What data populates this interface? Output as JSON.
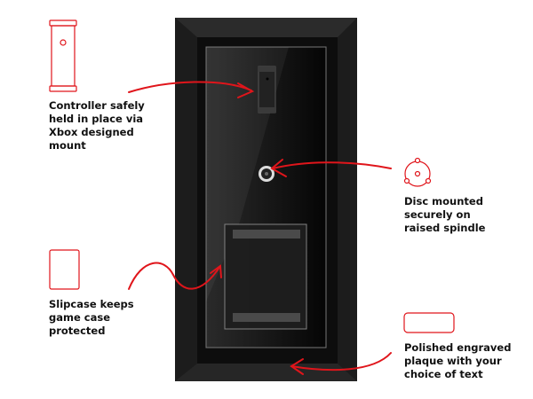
{
  "callouts": {
    "controller": "Controller safely\nheld in place via\nXbox designed\nmount",
    "disc": "Disc mounted\nsecurely on\nraised spindle",
    "slipcase": "Slipcase keeps\ngame case\nprotected",
    "plaque": "Polished engraved\nplaque with your\nchoice of text"
  },
  "colors": {
    "accent": "#e0151b",
    "frame": "#1a1a1a"
  }
}
